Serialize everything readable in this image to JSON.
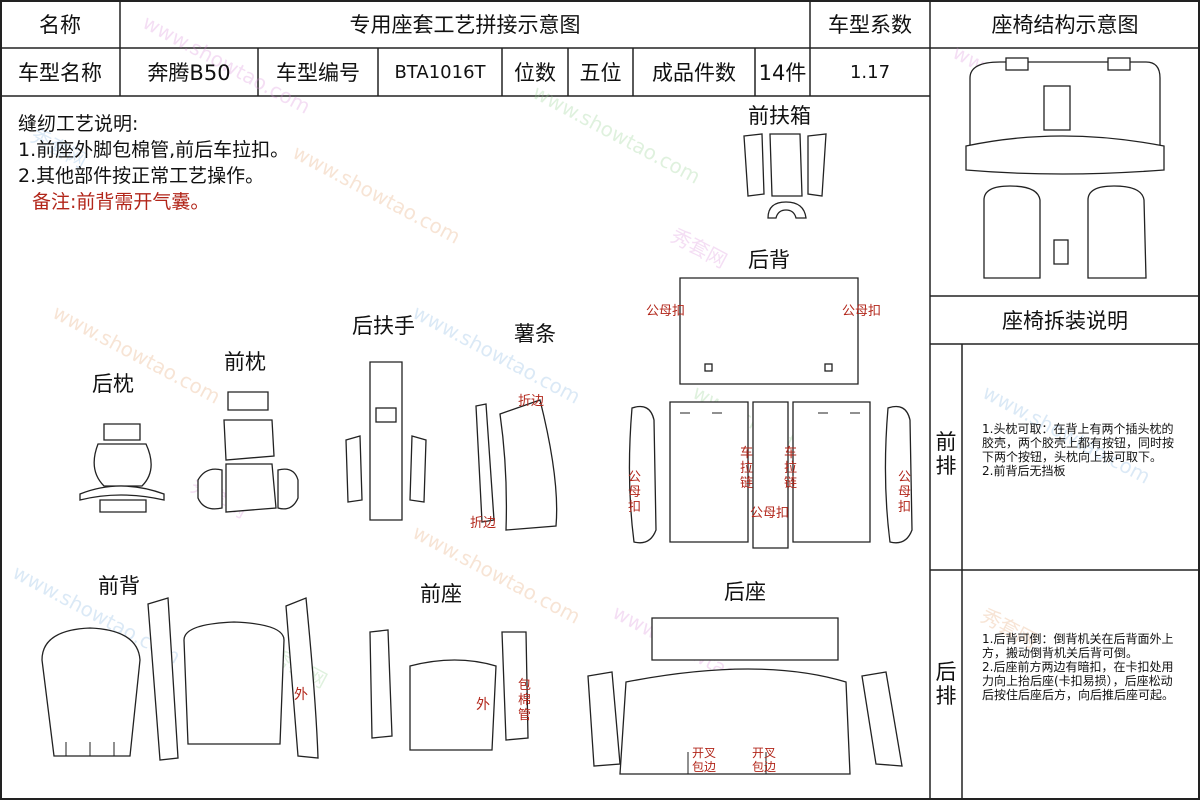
{
  "header": {
    "name_label": "名称",
    "title": "专用座套工艺拼接示意图",
    "coef_label": "车型系数",
    "structure_label": "座椅结构示意图"
  },
  "info": {
    "model_name_label": "车型名称",
    "model_name": "奔腾B50",
    "model_code_label": "车型编号",
    "model_code": "BTA1016T",
    "seats_label": "位数",
    "seats": "五位",
    "pieces_label": "成品件数",
    "pieces": "14件",
    "coef": "1.17"
  },
  "notes": {
    "title": "缝纫工艺说明:",
    "line1": "1.前座外脚包棉管,前后车拉扣。",
    "line2": "2.其他部件按正常工艺操作。",
    "remark": "备注:前背需开气囊。"
  },
  "parts": {
    "front_armrest_box": "前扶箱",
    "rear_back": "后背",
    "rear_armrest": "后扶手",
    "strip": "薯条",
    "front_pillow": "前枕",
    "rear_pillow": "后枕",
    "front_back": "前背",
    "front_seat": "前座",
    "rear_seat": "后座"
  },
  "marks": {
    "snap": "公母扣",
    "fold_edge": "折边",
    "outer": "外",
    "wrap_tube": "包棉管",
    "zip": "车拉链",
    "split_wrap": "开叉包边",
    "male_female": "公母扣"
  },
  "disassembly": {
    "title": "座椅拆装说明",
    "front_row_label": "前排",
    "front_row_text": "1.头枕可取：在背上有两个插头枕的胶壳，两个胶壳上都有按钮，同时按下两个按钮，头枕向上拔可取下。\n2.前背后无挡板",
    "rear_row_label": "后排",
    "rear_row_text": "1.后背可倒：倒背机关在后背面外上方，搬动倒背机关后背可倒。\n2.后座前方两边有暗扣，在卡扣处用力向上抬后座(卡扣易损），后座松动后按住后座后方，向后推后座可起。"
  },
  "watermark": {
    "cn": "秀套网",
    "url": "www.showtao.com"
  },
  "colors": {
    "accent_red": "#b2261a",
    "line": "#222222"
  }
}
